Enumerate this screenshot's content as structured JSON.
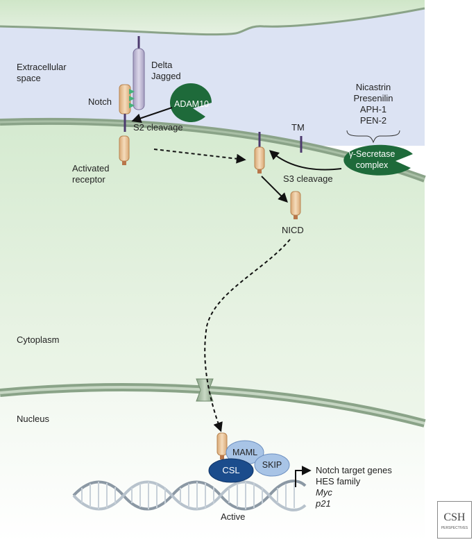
{
  "labels": {
    "extracellular": [
      "Extracellular",
      "space"
    ],
    "delta_jagged": [
      "Delta",
      "Jagged"
    ],
    "notch": "Notch",
    "adam10": "ADAM10",
    "s2_cleavage": "S2 cleavage",
    "activated_receptor": [
      "Activated",
      "receptor"
    ],
    "gamma_components": [
      "Nicastrin",
      "Presenilin",
      "APH-1",
      "PEN-2"
    ],
    "tm": "TM",
    "gamma_secretase": [
      "γ-Secretase",
      "complex"
    ],
    "s3_cleavage": "S3 cleavage",
    "nicd": "NICD",
    "cytoplasm": "Cytoplasm",
    "nucleus": "Nucleus",
    "maml": "MAML",
    "skip": "SKIP",
    "csl": "CSL",
    "target_genes": [
      "Notch target genes",
      "HES family",
      "Myc",
      "p21"
    ],
    "active": "Active",
    "logo": [
      "CSH",
      "PERSPECTIVES"
    ]
  },
  "colors": {
    "extracellular": "#dce3f3",
    "cytoplasm": "#e7f2e3",
    "membrane": "#8aa388",
    "enzyme": "#1e6a3a",
    "receptor": "#eac9a0",
    "ligand": "#c3bdd6",
    "csl": "#1b4c8c",
    "cofactor": "#a8c4e6",
    "dna": "#9aa7b2"
  }
}
